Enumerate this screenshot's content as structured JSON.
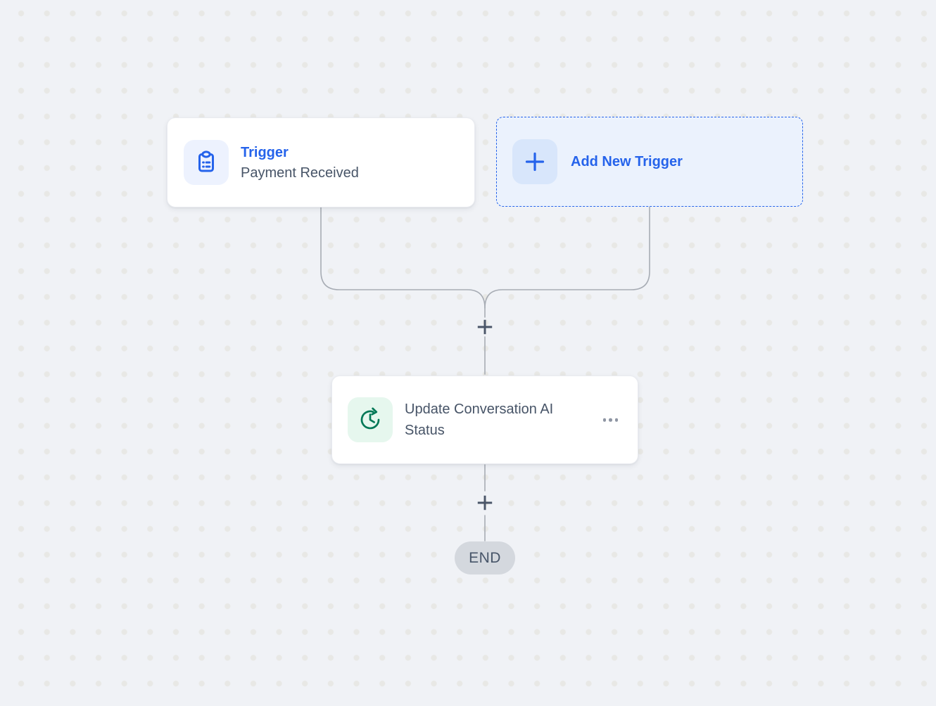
{
  "canvas": {
    "background_color": "#f0f2f6",
    "dot_color": "#e8e8e5",
    "connector_color": "#a7acb4"
  },
  "workflow": {
    "trigger_card": {
      "category_label": "Trigger",
      "title": "Payment Received",
      "icon": "clipboard-list-icon",
      "accent_color": "#2563eb",
      "icon_bg_color": "#edf2fe"
    },
    "add_trigger_card": {
      "label": "Add New Trigger",
      "icon": "plus-icon",
      "accent_color": "#2563eb",
      "bg_color": "#ebf2fd"
    },
    "action_card": {
      "title": "Update Conversation AI Status",
      "icon": "clock-refresh-icon",
      "menu_icon": "ellipsis-icon",
      "accent_color": "#047857",
      "icon_bg_color": "#e6f7ee"
    },
    "add_step_buttons": [
      {
        "icon": "plus-icon"
      },
      {
        "icon": "plus-icon"
      }
    ],
    "end_node": {
      "label": "END",
      "bg_color": "#d4d8de",
      "text_color": "#475569"
    }
  }
}
